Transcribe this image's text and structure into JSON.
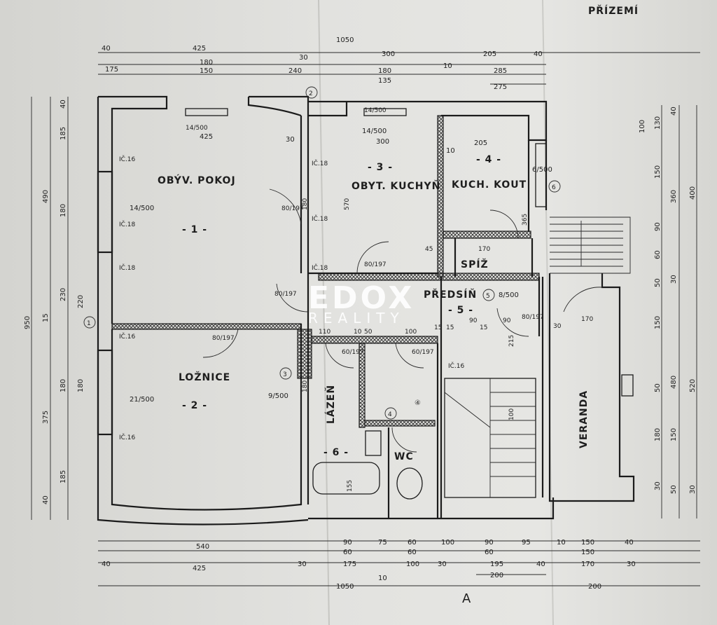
{
  "sheet_title": "PŘÍZEMÍ",
  "watermark": {
    "brand": "EDOX",
    "sub": "REALITY"
  },
  "rooms": [
    {
      "name": "OBÝV. POKOJ",
      "number": "- 1 -",
      "area": "14/500"
    },
    {
      "name": "LOŽNICE",
      "number": "- 2 -",
      "area": "21/500"
    },
    {
      "name": "OBYT. KUCHYŇ",
      "number": "- 3 -",
      "area": "14/500"
    },
    {
      "name": "KUCH. KOUT",
      "number": "- 4 -",
      "area": "6/500"
    },
    {
      "name": "PŘEDSÍŇ",
      "number": "- 5 -",
      "area": "8/500"
    },
    {
      "name": "LÁZEŇ",
      "number": "- 6 -",
      "area": "9/500"
    },
    {
      "name": "WC",
      "number": "④",
      "area": ""
    },
    {
      "name": "SPÍŽ",
      "number": "",
      "area": ""
    },
    {
      "name": "VERANDA",
      "number": "",
      "area": ""
    }
  ],
  "window_labels": [
    "14/500",
    "14/500",
    "IČ.16",
    "IČ.18",
    "IČ.18",
    "IČ.18",
    "IČ.18",
    "IČ.16",
    "IČ.16",
    "IČ.16",
    "IČ.18"
  ],
  "door_labels": [
    "80/197",
    "80/197",
    "80/197",
    "80/197",
    "60/197",
    "60/197",
    "80/197"
  ],
  "section_marker": "A",
  "axis_markers": [
    "1",
    "2",
    "3",
    "4",
    "5",
    "6"
  ],
  "dims_top": {
    "row1": [
      "40",
      "425",
      "1050",
      "30",
      "300",
      "205",
      "40"
    ],
    "row2": [
      "180",
      "10"
    ],
    "row3": [
      "175",
      "150",
      "240",
      "180",
      "135",
      "285"
    ],
    "row4": [
      "275"
    ],
    "inner": [
      "425",
      "30",
      "300",
      "205",
      "10"
    ]
  },
  "dims_bottom": {
    "row1": [
      "540",
      "90",
      "75",
      "60",
      "100",
      "90",
      "95",
      "10",
      "150",
      "40"
    ],
    "row2": [
      "60",
      "60",
      "60",
      "150"
    ],
    "row3": [
      "40",
      "425",
      "30",
      "175",
      "100",
      "30",
      "195",
      "40",
      "170",
      "30"
    ],
    "row4": [
      "10",
      "200"
    ],
    "row5": [
      "1050",
      "200"
    ]
  },
  "dims_left": [
    "950",
    "490",
    "375",
    "40",
    "185",
    "180",
    "230",
    "15",
    "180",
    "185",
    "40",
    "220",
    "180"
  ],
  "dims_right": [
    "100",
    "130",
    "40",
    "150",
    "360",
    "400",
    "90",
    "60",
    "50",
    "30",
    "150",
    "480",
    "520",
    "50",
    "180",
    "150",
    "30",
    "50",
    "30"
  ],
  "inner_dims": [
    "110",
    "10",
    "50",
    "100",
    "90",
    "15",
    "15",
    "15",
    "90",
    "170",
    "30",
    "215",
    "45",
    "170",
    "570",
    "365",
    "155",
    "100",
    "180",
    "180"
  ]
}
